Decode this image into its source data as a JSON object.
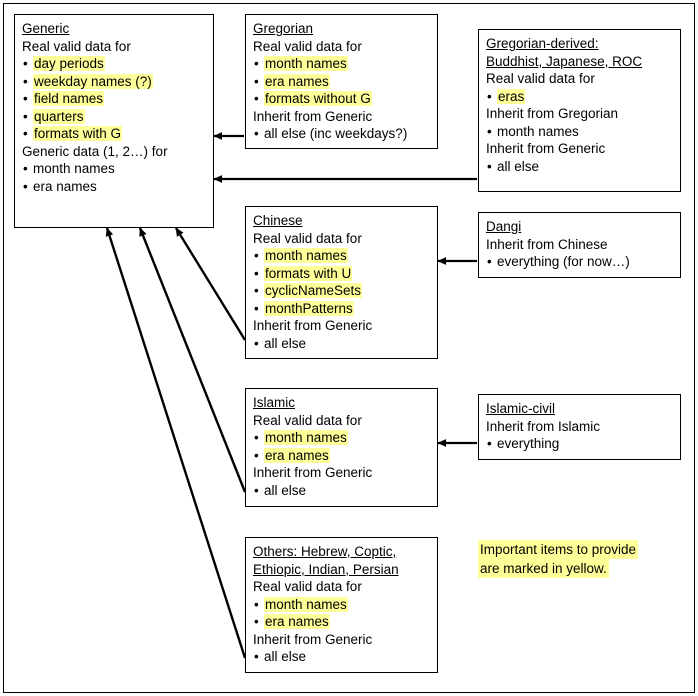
{
  "diagram": {
    "title": "CLDR calendar data inheritance diagram",
    "note": {
      "line1": "Important items to provide",
      "line2": "are marked in yellow."
    },
    "highlight_color": "#ffff99",
    "boxes": [
      {
        "id": "generic",
        "title": "Generic",
        "lines": [
          {
            "text": "Real valid data for",
            "type": "plain",
            "highlight": false
          },
          {
            "text": "day periods",
            "type": "bullet",
            "highlight": true
          },
          {
            "text": "weekday names (?)",
            "type": "bullet",
            "highlight": true
          },
          {
            "text": "field names",
            "type": "bullet",
            "highlight": true
          },
          {
            "text": "quarters",
            "type": "bullet",
            "highlight": true
          },
          {
            "text": "formats with G",
            "type": "bullet",
            "highlight": true
          },
          {
            "text": "Generic data (1, 2…) for",
            "type": "plain",
            "highlight": false
          },
          {
            "text": "month names",
            "type": "bullet",
            "highlight": false
          },
          {
            "text": "era names",
            "type": "bullet",
            "highlight": false
          }
        ]
      },
      {
        "id": "gregorian",
        "title": "Gregorian",
        "lines": [
          {
            "text": "Real valid data for",
            "type": "plain",
            "highlight": false
          },
          {
            "text": "month names",
            "type": "bullet",
            "highlight": true
          },
          {
            "text": "era names",
            "type": "bullet",
            "highlight": true
          },
          {
            "text": "formats without G",
            "type": "bullet",
            "highlight": true
          },
          {
            "text": "Inherit from Generic",
            "type": "plain",
            "highlight": false
          },
          {
            "text": "all else (inc weekdays?)",
            "type": "bullet",
            "highlight": false
          }
        ]
      },
      {
        "id": "gregorian-derived",
        "title": "Gregorian-derived:\nBuddhist, Japanese, ROC",
        "lines": [
          {
            "text": "Real valid data for",
            "type": "plain",
            "highlight": false
          },
          {
            "text": "eras",
            "type": "bullet",
            "highlight": true
          },
          {
            "text": "Inherit from Gregorian",
            "type": "plain",
            "highlight": false
          },
          {
            "text": "month names",
            "type": "bullet",
            "highlight": false
          },
          {
            "text": "Inherit from Generic",
            "type": "plain",
            "highlight": false
          },
          {
            "text": "all else",
            "type": "bullet",
            "highlight": false
          }
        ]
      },
      {
        "id": "chinese",
        "title": "Chinese",
        "lines": [
          {
            "text": "Real valid data for",
            "type": "plain",
            "highlight": false
          },
          {
            "text": "month names",
            "type": "bullet",
            "highlight": true
          },
          {
            "text": "formats with U",
            "type": "bullet",
            "highlight": true
          },
          {
            "text": "cyclicNameSets",
            "type": "bullet",
            "highlight": true
          },
          {
            "text": "monthPatterns",
            "type": "bullet",
            "highlight": true
          },
          {
            "text": "Inherit from Generic",
            "type": "plain",
            "highlight": false
          },
          {
            "text": "all else",
            "type": "bullet",
            "highlight": false
          }
        ]
      },
      {
        "id": "dangi",
        "title": "Dangi",
        "lines": [
          {
            "text": "Inherit from Chinese",
            "type": "plain",
            "highlight": false
          },
          {
            "text": "everything (for now…)",
            "type": "bullet",
            "highlight": false
          }
        ]
      },
      {
        "id": "islamic",
        "title": "Islamic",
        "lines": [
          {
            "text": "Real valid data for",
            "type": "plain",
            "highlight": false
          },
          {
            "text": "month names",
            "type": "bullet",
            "highlight": true
          },
          {
            "text": "era names",
            "type": "bullet",
            "highlight": true
          },
          {
            "text": "Inherit from Generic",
            "type": "plain",
            "highlight": false
          },
          {
            "text": "all else",
            "type": "bullet",
            "highlight": false
          }
        ]
      },
      {
        "id": "islamic-civil",
        "title": "Islamic-civil",
        "lines": [
          {
            "text": "Inherit from Islamic",
            "type": "plain",
            "highlight": false
          },
          {
            "text": "everything",
            "type": "bullet",
            "highlight": false
          }
        ]
      },
      {
        "id": "others",
        "title": "Others: Hebrew, Coptic,\nEthiopic, Indian, Persian",
        "lines": [
          {
            "text": "Real valid data for",
            "type": "plain",
            "highlight": false
          },
          {
            "text": "month names",
            "type": "bullet",
            "highlight": true
          },
          {
            "text": "era names",
            "type": "bullet",
            "highlight": true
          },
          {
            "text": "Inherit from Generic",
            "type": "plain",
            "highlight": false
          },
          {
            "text": "all else",
            "type": "bullet",
            "highlight": false
          }
        ]
      }
    ]
  }
}
